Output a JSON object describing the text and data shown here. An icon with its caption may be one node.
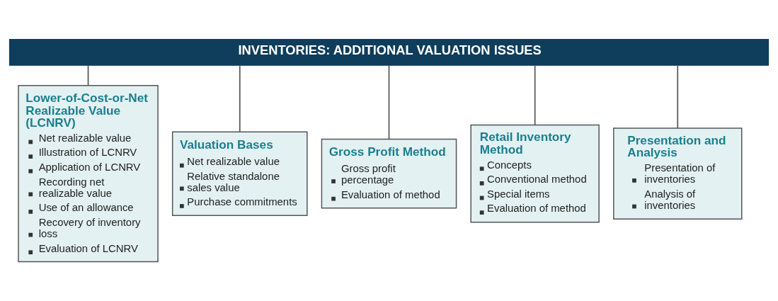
{
  "diagram": {
    "nodes": [
      {
        "text": [
          "INVENTORIES: ADDITIONAL VALUATION ISSUES"
        ]
      },
      {
        "text": [
          "Lower-of-Cost-or-Net Realizable Value (LCNRV)",
          "Net realizable value",
          "Illustration of LCNRV",
          "Application of LCNRV",
          "Recording net realizable value",
          "Use of an allowance",
          "Recovery of inventory loss",
          "Evaluation of LCNRV"
        ]
      },
      {
        "text": [
          "Valuation Bases",
          "Net realizable value",
          "Relative standalone sales value",
          "Purchase commitments"
        ]
      },
      {
        "text": [
          "Gross Profit Method",
          "Gross profit percentage",
          "Evaluation of method"
        ]
      },
      {
        "text": [
          "Retail Inventory Method",
          "Concepts",
          "Conventional method",
          "Special items",
          "Evaluation of method"
        ]
      },
      {
        "text": [
          "Presentation and Analysis",
          "Presentation of inventories",
          "Analysis of inventories"
        ]
      }
    ],
    "edges": [
      {
        "from": 0,
        "to": 1,
        "arrow": "none"
      },
      {
        "from": 0,
        "to": 2,
        "arrow": "none"
      },
      {
        "from": 0,
        "to": 3,
        "arrow": "none"
      },
      {
        "from": 0,
        "to": 4,
        "arrow": "none"
      },
      {
        "from": 0,
        "to": 5,
        "arrow": "none"
      }
    ]
  }
}
